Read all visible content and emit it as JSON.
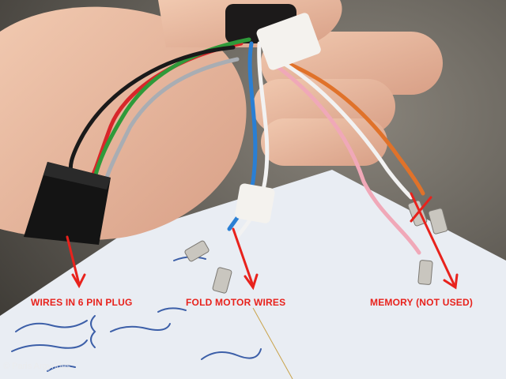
{
  "annotations": {
    "plug_label": "WIRES IN 6 PIN PLUG",
    "fold_label": "FOLD MOTOR WIRES",
    "memory_label": "MEMORY (NOT USED)"
  },
  "credit": "© Paris Argyrides",
  "colors": {
    "annotation": "#e8221c",
    "wire_red": "#d8262a",
    "wire_green": "#2f9a3a",
    "wire_blue": "#2a7fd4",
    "wire_white": "#f2f2f2",
    "wire_orange": "#e0722a",
    "wire_pink": "#f0a8b8",
    "wire_grey": "#a9adb3",
    "plug": "#141414"
  }
}
